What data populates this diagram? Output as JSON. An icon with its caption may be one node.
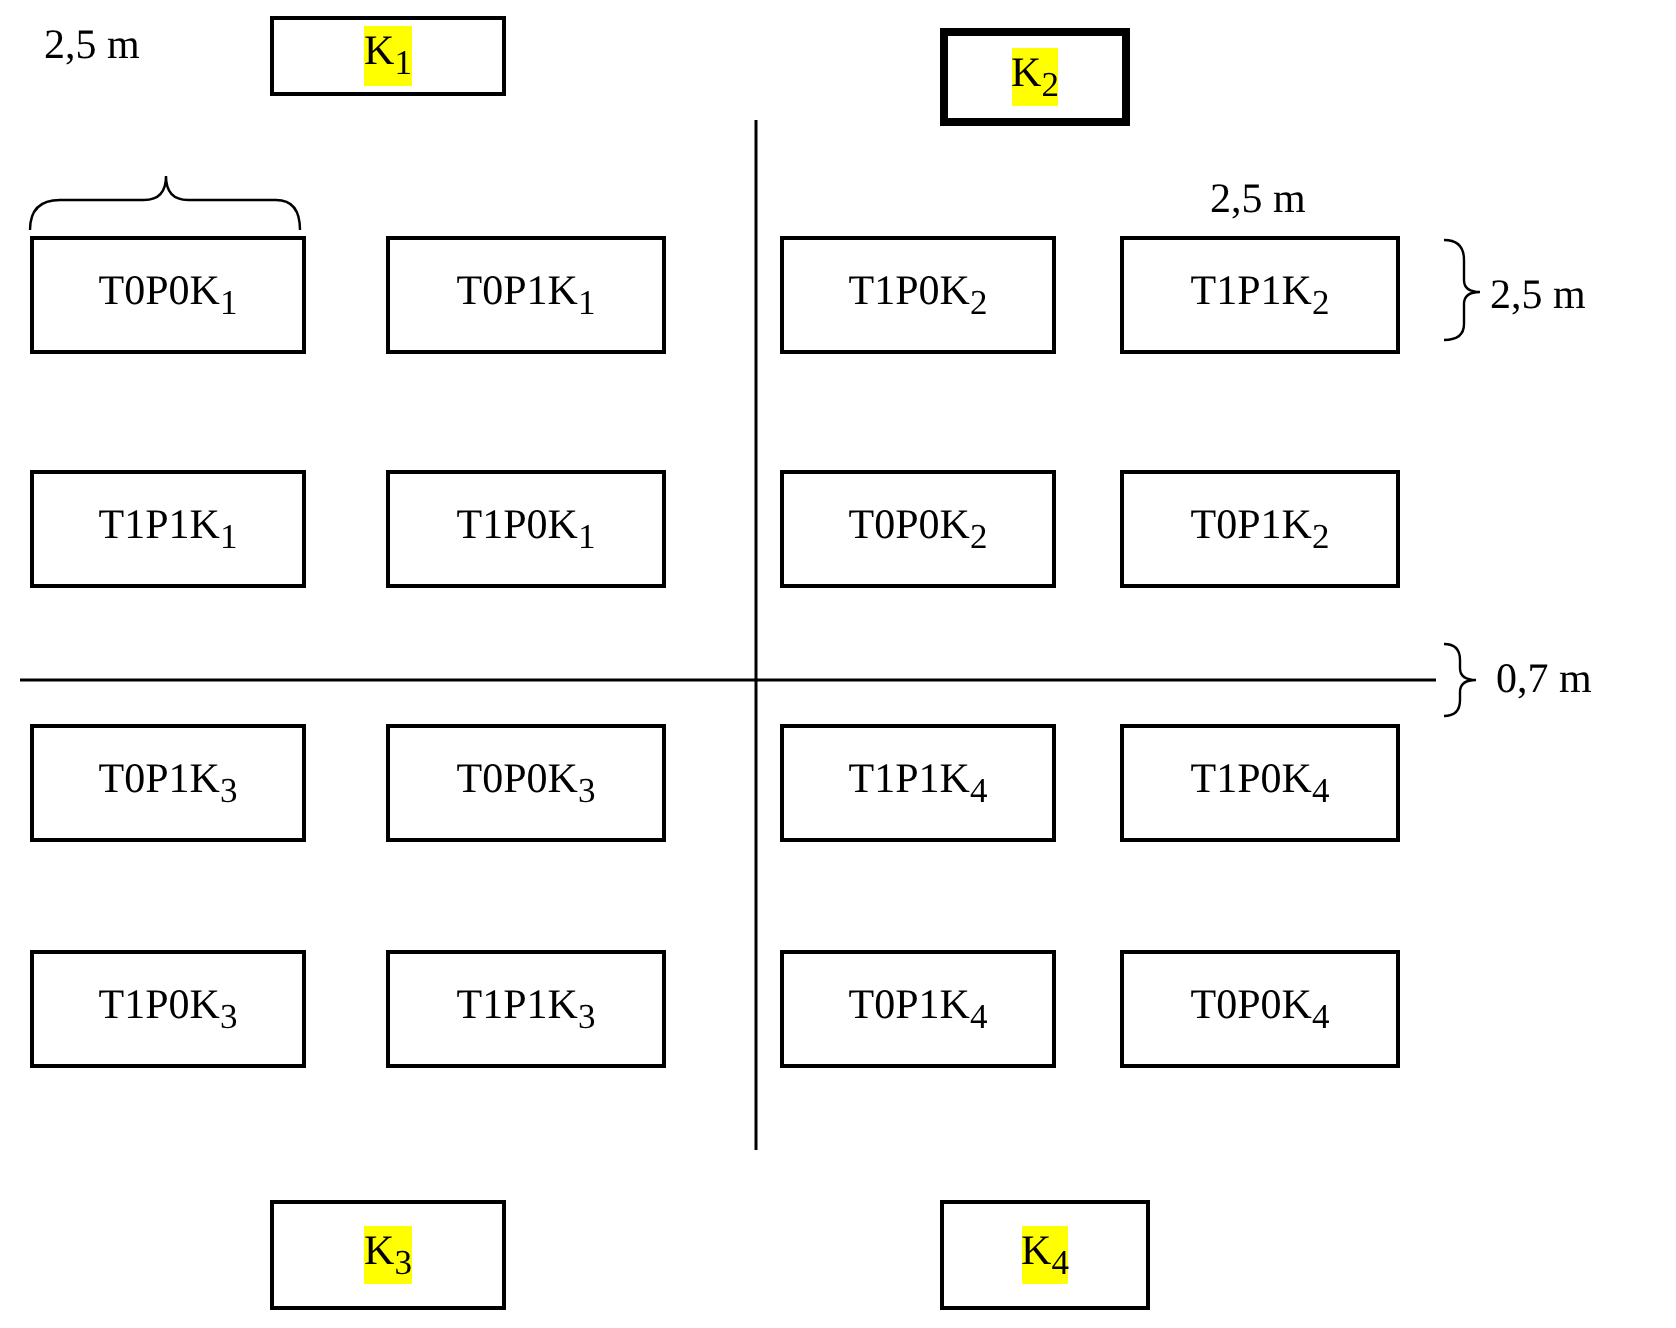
{
  "diagram": {
    "nodes": [
      {
        "text": [
          "K$_{1}$"
        ]
      },
      {
        "text": [
          "K$_{2}$"
        ]
      },
      {
        "text": [
          "T0P0K$_{1}$"
        ]
      },
      {
        "text": [
          "T0P1K$_{1}$"
        ]
      },
      {
        "text": [
          "T1P0K$_{2}$"
        ]
      },
      {
        "text": [
          "T1P1K$_{2}$"
        ]
      },
      {
        "text": [
          "T1P1K$_{1}$"
        ]
      },
      {
        "text": [
          "T1P0K$_{1}$"
        ]
      },
      {
        "text": [
          "T0P0K$_{2}$"
        ]
      },
      {
        "text": [
          "T0P1K$_{2}$"
        ]
      },
      {
        "text": [
          "T0P1K$_{3}$"
        ]
      },
      {
        "text": [
          "T0P0K$_{3}$"
        ]
      },
      {
        "text": [
          "T1P1K$_{4}$"
        ]
      },
      {
        "text": [
          "T1P0K$_{4}$"
        ]
      },
      {
        "text": [
          "T1P0K$_{3}$"
        ]
      },
      {
        "text": [
          "T1P1K$_{3}$"
        ]
      },
      {
        "text": [
          "T0P1K$_{4}$"
        ]
      },
      {
        "text": [
          "T0P0K$_{4}$"
        ]
      },
      {
        "text": [
          "K$_{3}$"
        ]
      },
      {
        "text": [
          "K$_{4}$"
        ]
      }
    ],
    "labels": [
      "2,5 m",
      "2,5 m",
      "2,5 m",
      "0,7 m"
    ]
  }
}
